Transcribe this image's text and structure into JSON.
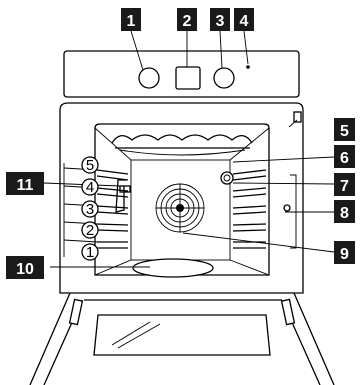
{
  "callouts": {
    "c1": "1",
    "c2": "2",
    "c3": "3",
    "c4": "4",
    "c5": "5",
    "c6": "6",
    "c7": "7",
    "c8": "8",
    "c9": "9",
    "c10": "10",
    "c11": "11"
  },
  "shelf_levels": [
    "1",
    "2",
    "3",
    "4",
    "5"
  ],
  "colors": {
    "callout_bg": "#1a1a1a",
    "callout_text": "#ffffff",
    "line": "#000000"
  }
}
